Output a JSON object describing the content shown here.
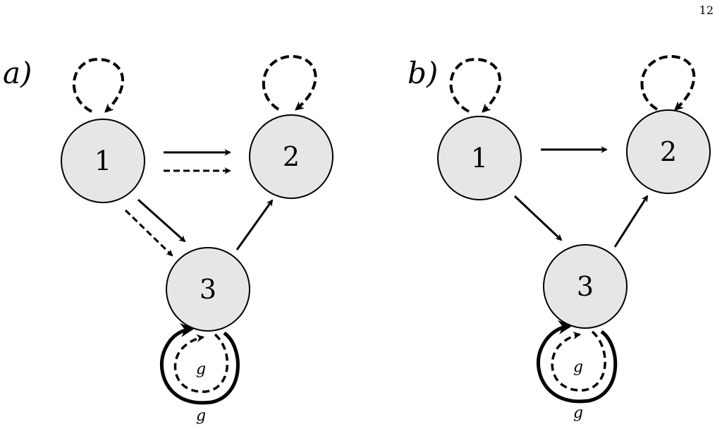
{
  "page_number": "12",
  "colors": {
    "node_fill": "#e6e6e6",
    "stroke": "#000000"
  },
  "panels": [
    {
      "id": "a",
      "label": "a)",
      "nodes": [
        {
          "id": "1",
          "label": "1"
        },
        {
          "id": "2",
          "label": "2"
        },
        {
          "id": "3",
          "label": "3"
        }
      ],
      "loop_labels": {
        "inner": "g",
        "outer": "g"
      }
    },
    {
      "id": "b",
      "label": "b)",
      "nodes": [
        {
          "id": "1",
          "label": "1"
        },
        {
          "id": "2",
          "label": "2"
        },
        {
          "id": "3",
          "label": "3"
        }
      ],
      "loop_labels": {
        "inner": "g",
        "outer": "g"
      }
    }
  ]
}
